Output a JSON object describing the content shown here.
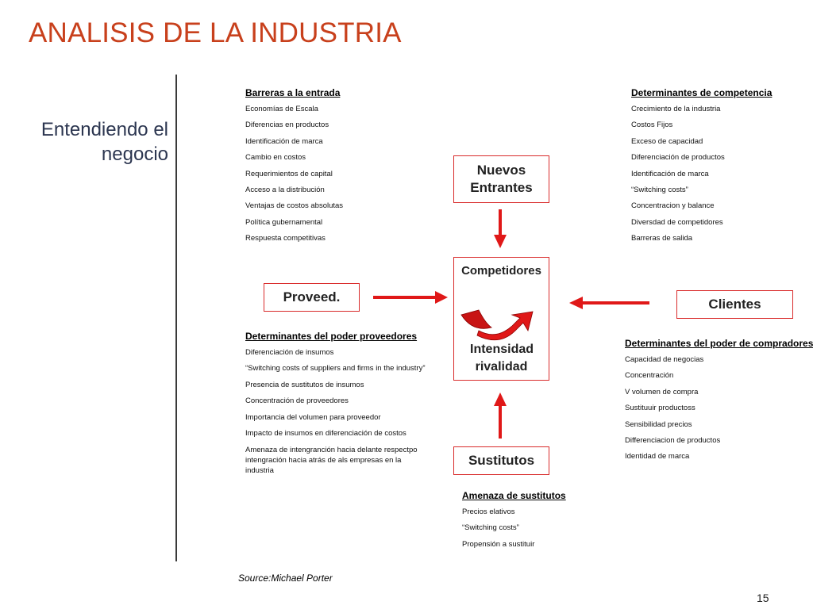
{
  "title": "ANALISIS DE LA INDUSTRIA",
  "subtitle": "Entendiendo el negocio",
  "forces": {
    "new_entrants": "Nuevos Entrantes",
    "competitors": "Competidores",
    "rivalry": "Intensidad rivalidad",
    "suppliers": "Proveed.",
    "buyers": "Clientes",
    "substitutes": "Sustitutos"
  },
  "barriers": {
    "heading": "Barreras a la entrada",
    "items": [
      "Economías de Escala",
      "Diferencias en productos",
      "Identificación de marca",
      "Cambio en costos",
      "Requerimientos de capital",
      "Acceso a la distribución",
      "Ventajas de costos absolutas",
      "Política gubernamental",
      "Respuesta competitivas"
    ]
  },
  "competition": {
    "heading": "Determinantes de competencia",
    "items": [
      "Crecimiento de la industria",
      "Costos Fijos",
      "Exceso de capacidad",
      "Diferenciación de productos",
      "Identificación de marca",
      "“Switching costs”",
      "Concentracion y balance",
      "Diversdad de  competidores",
      "Barreras de salida"
    ]
  },
  "suppliers_power": {
    "heading": "Determinantes del poder proveedores",
    "items": [
      "Diferenciación de insumos",
      "“Switching costs of suppliers and firms in the industry”",
      "Presencia de sustitutos de insumos",
      "Concentración de proveedores",
      "Importancia del volumen para proveedor",
      "Impacto de insumos en diferenciación de costos",
      "Amenaza de intengranción hacia delante respectpo intengración hacia atrás de als empresas en la industria"
    ]
  },
  "buyers_power": {
    "heading": "Determinantes del poder de compradores",
    "items": [
      "Capacidad de negocias",
      "Concentración",
      "V volumen de compra",
      "Sustituuir productoss",
      "Sensibilidad precios",
      "Differenciacion de productos",
      "Identidad de marca"
    ]
  },
  "substitutes_threat": {
    "heading": "Amenaza de sustitutos",
    "items": [
      "Precios elativos",
      "“Switching costs”",
      "Propensión a sustituir"
    ]
  },
  "source": "Source:Michael Porter",
  "page_number": "15",
  "colors": {
    "title": "#c8401c",
    "accent": "#d92b2b",
    "subtitle": "#2c3650"
  }
}
